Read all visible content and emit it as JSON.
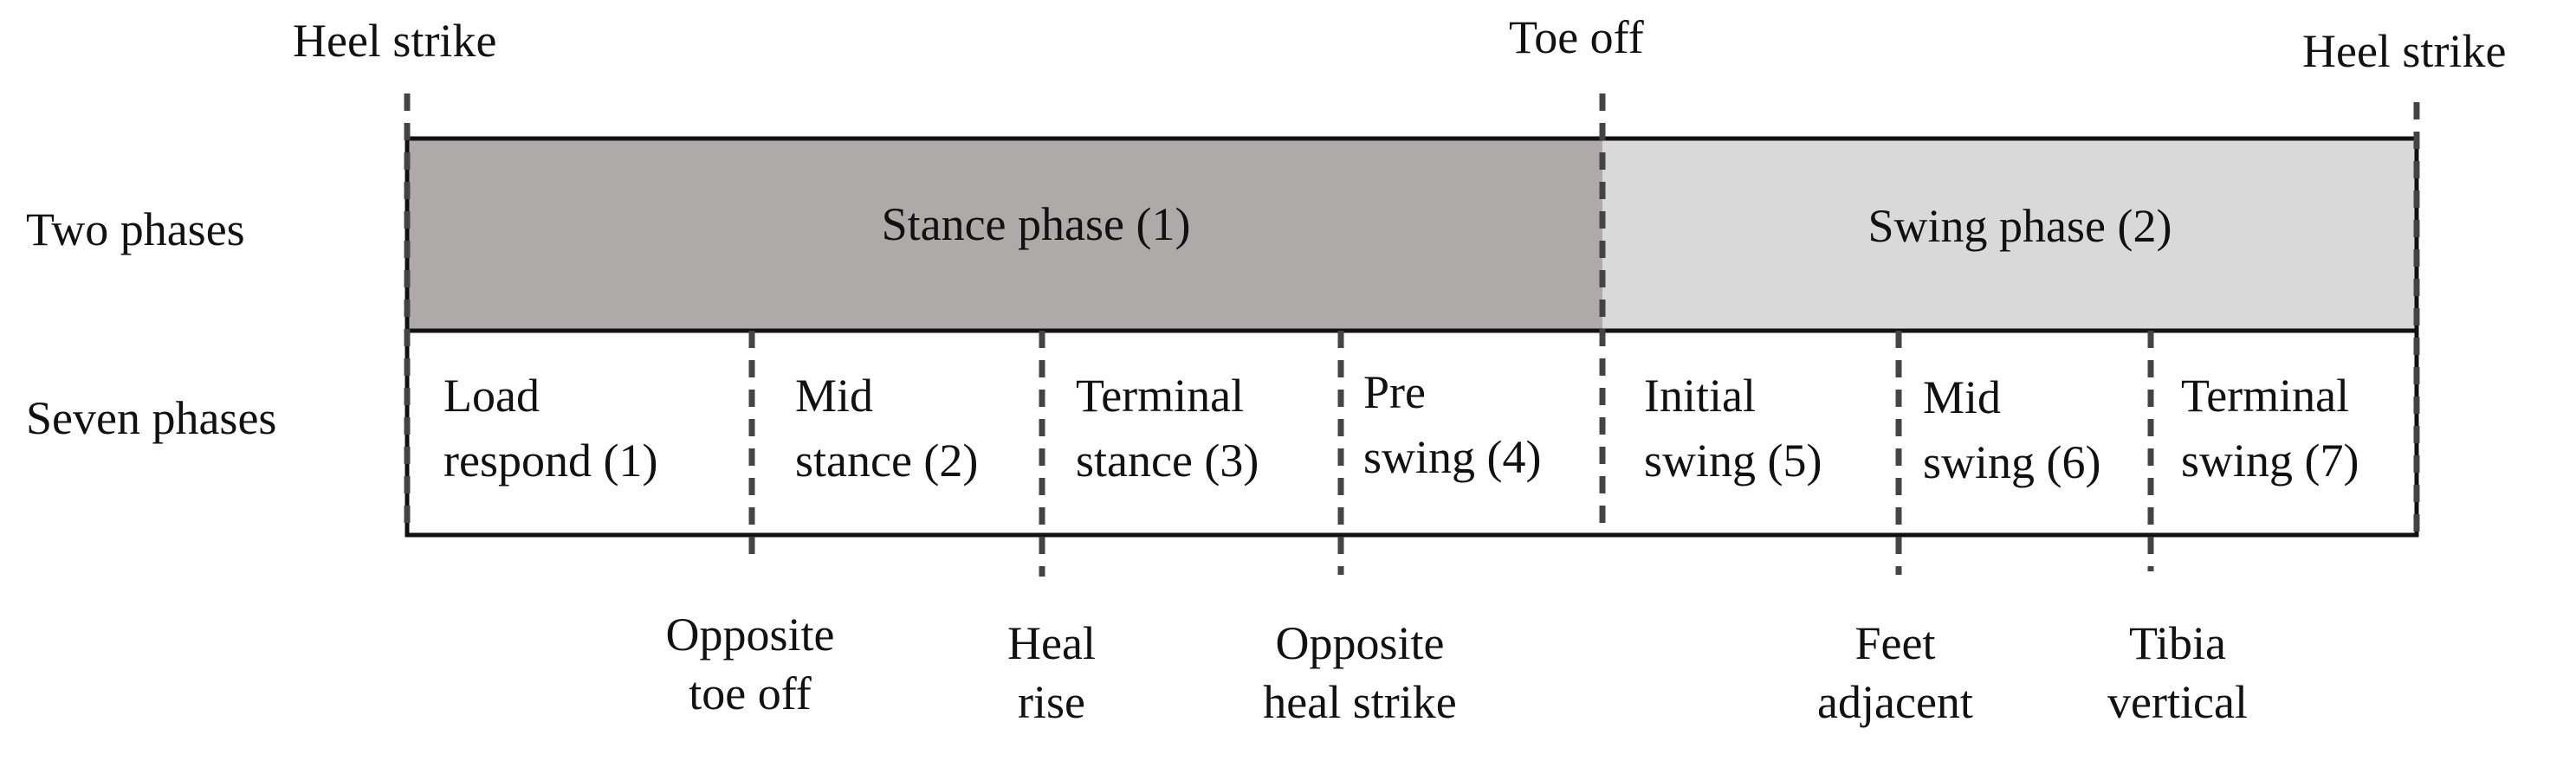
{
  "colors": {
    "stance_fill": "#aeaaaa",
    "swing_fill": "#d9d9d9",
    "border": "#111111",
    "dash": "#444444"
  },
  "top_events": [
    {
      "label": "Heel strike"
    },
    {
      "label": "Toe off"
    },
    {
      "label": "Heel strike"
    }
  ],
  "row_labels": {
    "two": "Two phases",
    "seven": "Seven phases"
  },
  "two_phases": {
    "stance": "Stance phase (1)",
    "swing": "Swing phase (2)"
  },
  "seven_phases": [
    {
      "line1": "Load",
      "line2": "respond (1)"
    },
    {
      "line1": "Mid",
      "line2": "stance (2)"
    },
    {
      "line1": "Terminal",
      "line2": "stance (3)"
    },
    {
      "line1": "Pre",
      "line2": "swing (4)"
    },
    {
      "line1": "Initial",
      "line2": "swing (5)"
    },
    {
      "line1": "Mid",
      "line2": "swing (6)"
    },
    {
      "line1": "Terminal",
      "line2": "swing (7)"
    }
  ],
  "bottom_events": [
    {
      "line1": "Opposite",
      "line2": "toe off"
    },
    {
      "line1": "Heal",
      "line2": "rise"
    },
    {
      "line1": "Opposite",
      "line2": "heal strike"
    },
    {
      "line1": "Feet",
      "line2": "adjacent"
    },
    {
      "line1": "Tibia",
      "line2": "vertical"
    }
  ]
}
